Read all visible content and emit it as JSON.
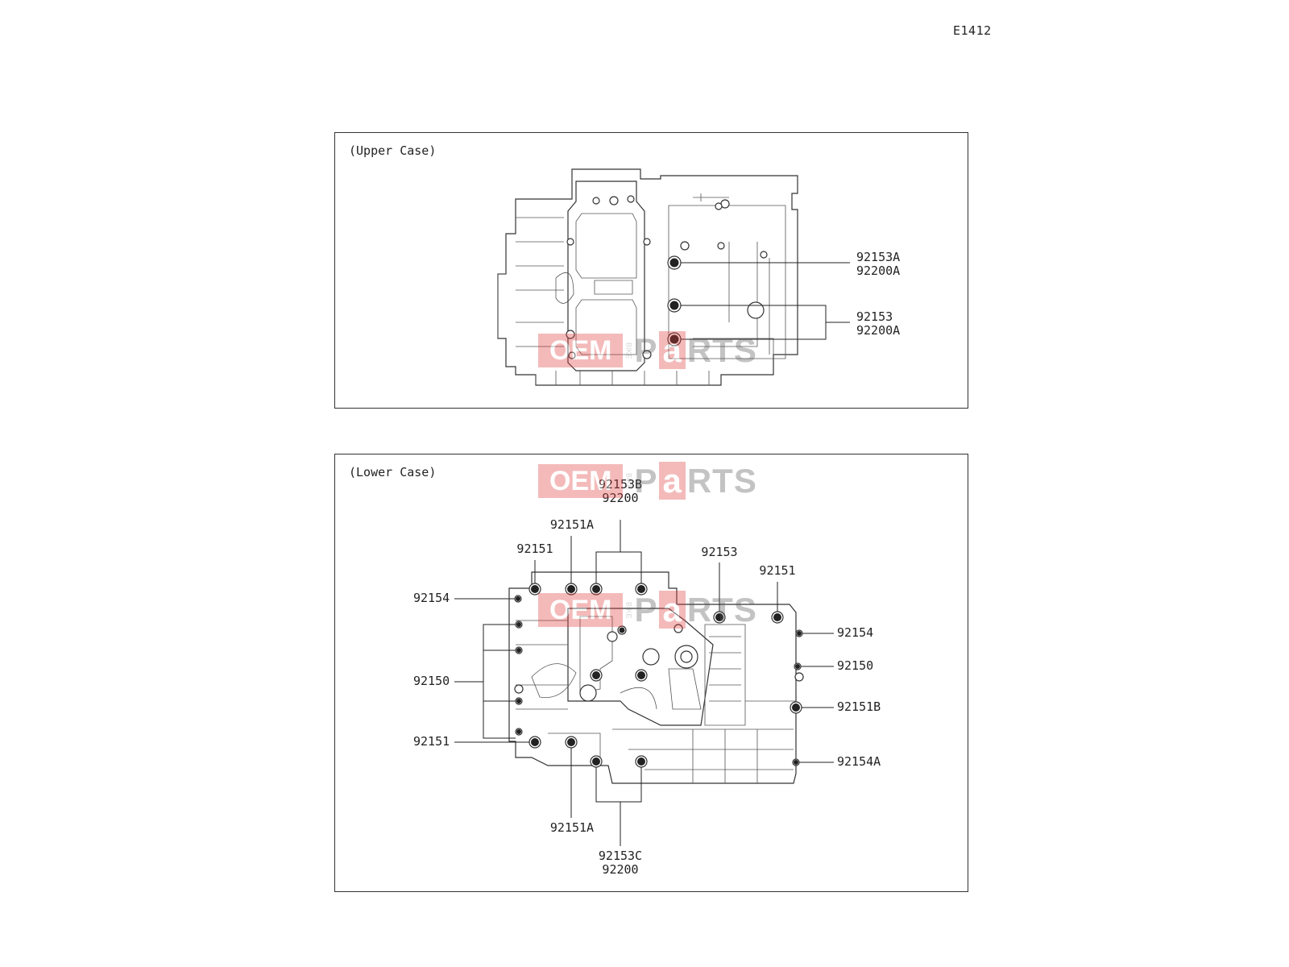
{
  "diagram_ref": "E1412",
  "upper_case": {
    "title": "(Upper Case)",
    "callouts": [
      {
        "id": "u1",
        "lines": [
          "92153A",
          "92200A"
        ]
      },
      {
        "id": "u2",
        "lines": [
          "92153",
          "92200A"
        ]
      }
    ]
  },
  "lower_case": {
    "title": "(Lower Case)",
    "callouts": {
      "top_center": [
        "92153B",
        "92200"
      ],
      "top_92151A": "92151A",
      "top_92151": "92151",
      "top_92153": "92153",
      "top_right_92151": "92151",
      "left_92154": "92154",
      "left_92150": "92150",
      "left_92151": "92151",
      "right_92154": "92154",
      "right_92150": "92150",
      "right_92151B": "92151B",
      "right_92154A": "92154A",
      "bottom_92151A": "92151A",
      "bottom_center": [
        "92153C",
        "92200"
      ]
    }
  },
  "watermark": {
    "oem": "OEM",
    "bike": "BIKE",
    "parts_pre": "P",
    "parts_a": "a",
    "parts_post": "RTS"
  }
}
